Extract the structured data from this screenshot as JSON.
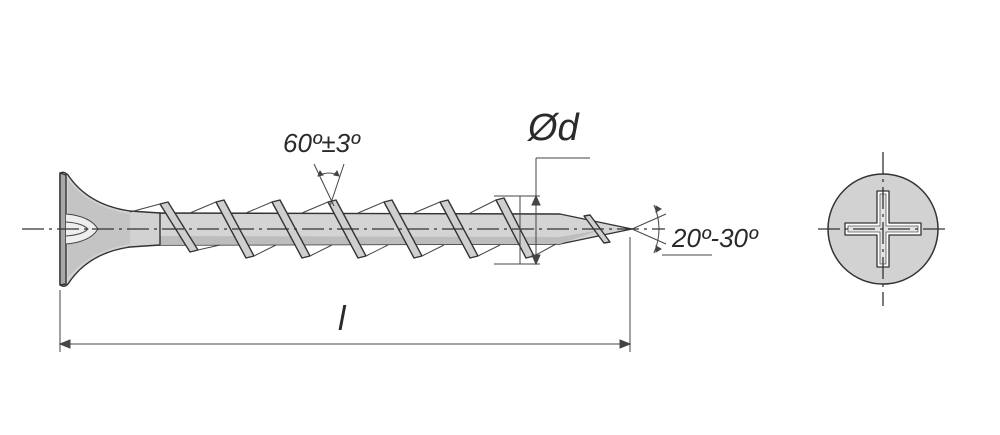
{
  "diagram": {
    "labels": {
      "thread_angle": "60º±3º",
      "diameter": "Ød",
      "tip_angle": "20º-30º",
      "length": "l"
    },
    "colors": {
      "body_fill": "#d4d4d4",
      "body_shade": "#b9b9b9",
      "outline": "#333333",
      "background": "#ffffff"
    }
  }
}
